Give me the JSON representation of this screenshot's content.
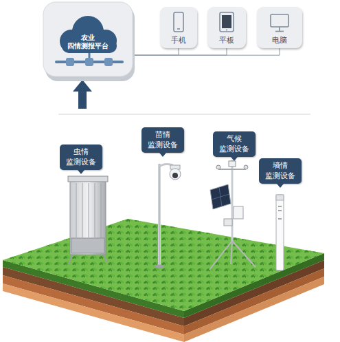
{
  "diagram": {
    "nodes": [
      {
        "text": [
          "农业 四情测报平台"
        ]
      },
      {
        "text": [
          "手机"
        ]
      },
      {
        "text": [
          "平板"
        ]
      },
      {
        "text": [
          "电脑"
        ]
      },
      {
        "text": [
          "虫情 监测设备"
        ]
      },
      {
        "text": [
          "苗情 监测设备"
        ]
      },
      {
        "text": [
          "气候 监测设备"
        ]
      },
      {
        "text": [
          "墒情 监测设备"
        ]
      }
    ],
    "edges": [
      {
        "from": 0,
        "to": 1,
        "arrow": "none"
      },
      {
        "from": 0,
        "to": 2,
        "arrow": "none"
      },
      {
        "from": 0,
        "to": 3,
        "arrow": "none"
      }
    ]
  }
}
